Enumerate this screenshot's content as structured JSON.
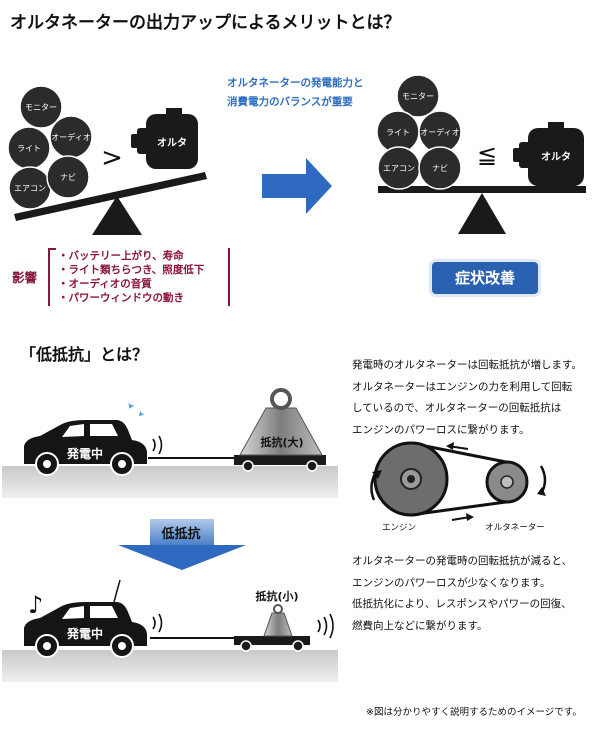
{
  "title": "オルタネーターの出力アップによるメリットとは？",
  "balance_note": [
    "オルタネーターの発電能力と",
    "消費電力のバランスが重要"
  ],
  "loads": [
    "モニター",
    "ライト",
    "オーディオ",
    "エアコン",
    "ナビ"
  ],
  "alternator_label": "オルタ",
  "greater_symbol": ">",
  "less_equal_symbol": "≦",
  "effects": {
    "label": "影響",
    "items": [
      "・バッテリー上がり、寿命",
      "・ライト類ちらつき、照度低下",
      "・オーディオの音質",
      "・パワーウィンドウの動き"
    ]
  },
  "improvement_label": "症状改善",
  "subtitle": "「低抵抗」とは？",
  "car_label": "発電中",
  "resistance_large": "抵抗(大)",
  "resistance_small": "抵抗(小)",
  "low_resistance_label": "低抵抗",
  "pulley_labels": {
    "engine": "エンジン",
    "alternator": "オルタネーター"
  },
  "description1": [
    "発電時のオルタネーターは回転抵抗が増します。",
    "オルタネーターはエンジンの力を利用して回転",
    "しているので、オルタネーターの回転抵抗は",
    "エンジンのパワーロスに繋がります。"
  ],
  "description2": [
    "オルタネーターの発電時の回転抵抗が減ると、",
    "エンジンのパワーロスが少なくなります。",
    "低抵抗化により、レスポンスやパワーの回復、",
    "燃費向上などに繋がります。"
  ],
  "footnote": "※図は分かりやすく説明するためのイメージです。",
  "colors": {
    "accent_blue": "#2a62b1",
    "arrow_blue": "#2e6bc0",
    "effects_red": "#8a1538"
  }
}
